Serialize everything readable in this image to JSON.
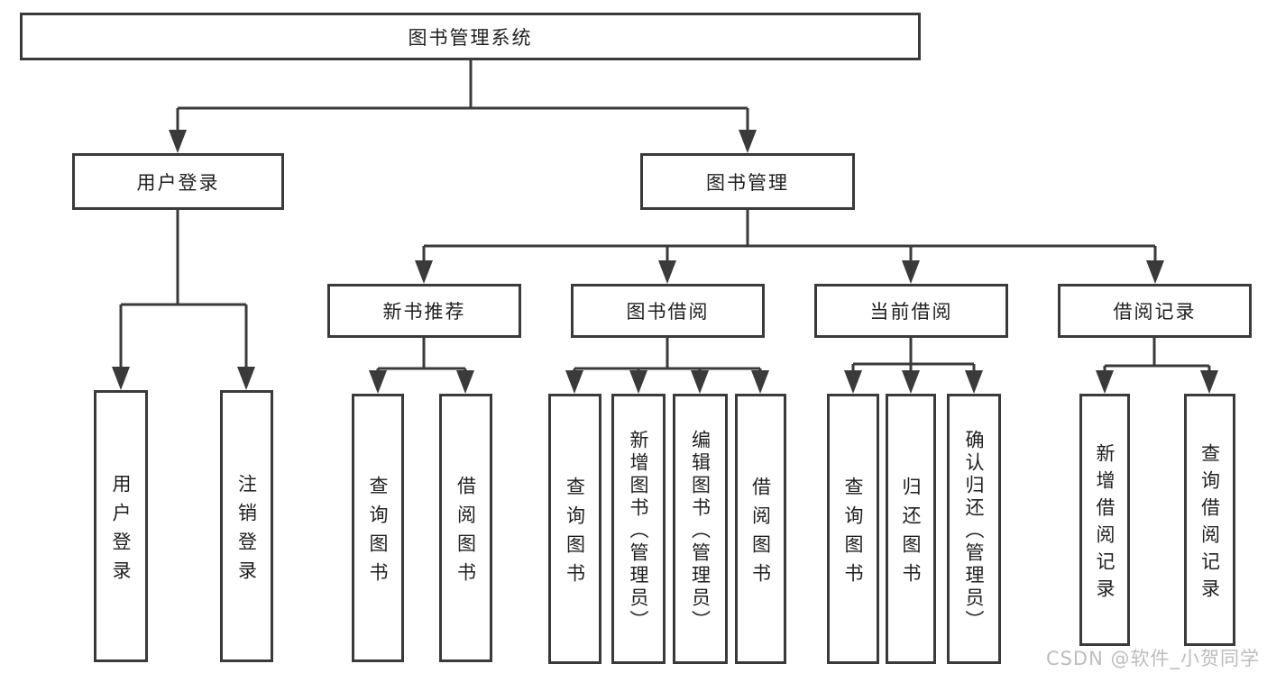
{
  "diagram": {
    "nodes": {
      "root": "图书管理系统",
      "user_login": "用户登录",
      "book_mgmt": "图书管理",
      "new_books": "新书推荐",
      "book_borrow": "图书借阅",
      "current_borrow": "当前借阅",
      "borrow_records": "借阅记录"
    },
    "leaves": {
      "user_login": [
        "用户登录",
        "注销登录"
      ],
      "new_books": [
        "查询图书",
        "借阅图书"
      ],
      "book_borrow": [
        "查询图书",
        "新增图书（管理员）",
        "编辑图书（管理员）",
        "借阅图书"
      ],
      "current_borrow": [
        "查询图书",
        "归还图书",
        "确认归还（管理员）"
      ],
      "borrow_records": [
        "新增借阅记录",
        "查询借阅记录"
      ]
    },
    "watermark": "CSDN @软件_小贺同学",
    "colors": {
      "line": "#3a3a3a",
      "text": "#1f1f1f",
      "watermark": "#bcbcbc",
      "background": "#ffffff"
    }
  }
}
